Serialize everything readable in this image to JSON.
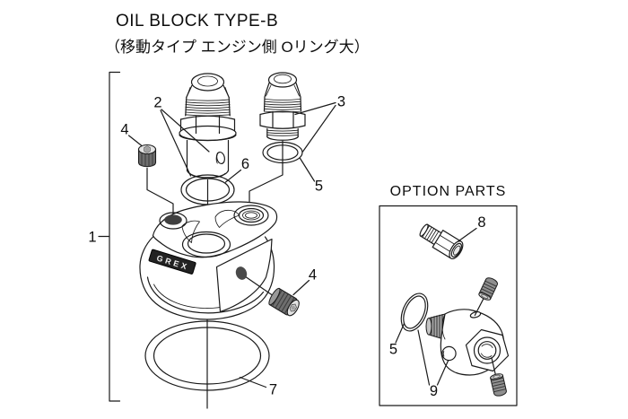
{
  "title": "OIL BLOCK TYPE-B",
  "subtitle": "（移動タイプ エンジン側 Oリング大）",
  "option_box": {
    "title": "OPTION PARTS"
  },
  "brand_plate": "GREX",
  "callouts": {
    "part1": "1",
    "part2": "2",
    "part3": "3",
    "part4_left": "4",
    "part4_right": "4",
    "part5": "5",
    "part6": "6",
    "part7": "7",
    "option_part8": "8",
    "option_part5": "5",
    "option_part9": "9"
  },
  "colors": {
    "line": "#1a1a1a",
    "text": "#0d0d0d",
    "background": "#ffffff",
    "plug_body": "#6e6e6e",
    "brand_plate_bg": "#222222"
  }
}
